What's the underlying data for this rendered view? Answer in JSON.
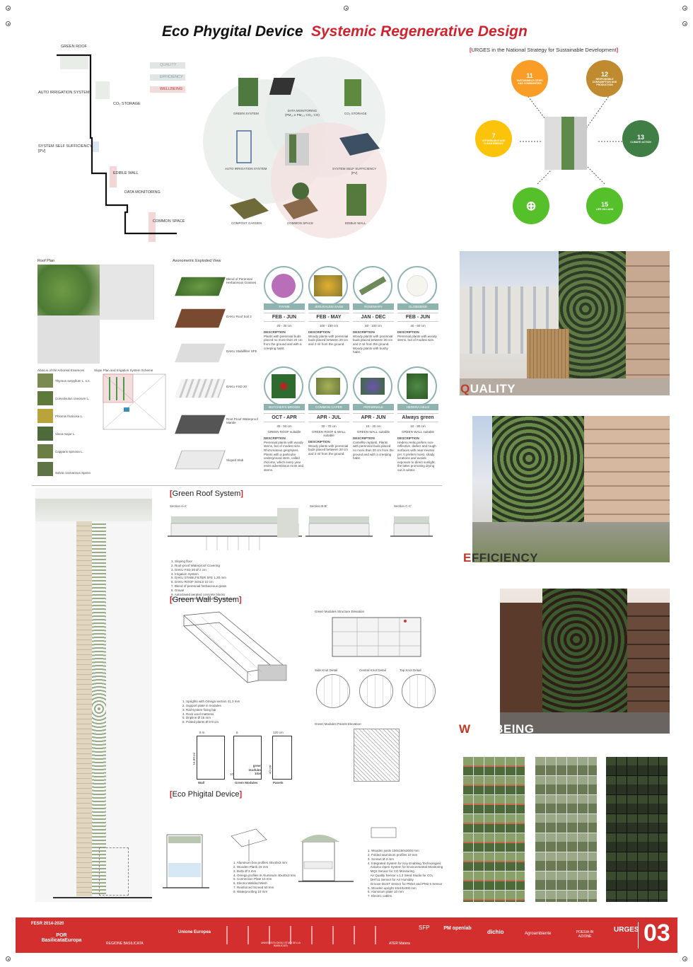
{
  "header": {
    "title_left": "Eco Phygital Device",
    "title_right": "Systemic Regenerative Design",
    "urges_title": "URGES in the National Strategy for Sustainable Development"
  },
  "diagram": {
    "left_labels": [
      "GREEN ROOF",
      "AUTO IRRIGATION SYSTEM",
      "CO₂ STORAGE",
      "SYSTEM SELF SUFFICIENCY\n[PV]",
      "EDIBLE WALL",
      "DATA MONITORING",
      "COMMON SPACE"
    ],
    "legend": [
      "QUALITY",
      "EFFICIENCY",
      "WELLBEING"
    ],
    "venn_labels": [
      "GREEN SYSTEM",
      "DATA MONITORING\n(PM₁₀ e PM₂.₅ CO₂, CO)",
      "CO₂ STORAGE",
      "AUTO IRRIGATION SYSTEM",
      "SYSTEM SELF SUFFICIENCY\n[PV]",
      "COMPOST GARDEN",
      "COMMON SPACE",
      "EDIBLE WALL"
    ]
  },
  "sdgs": [
    {
      "num": "11",
      "label": "SUSTAINABLE CITIES AND COMMUNITIES",
      "color": "#f99d26"
    },
    {
      "num": "12",
      "label": "RESPONSIBLE CONSUMPTION AND PRODUCTION",
      "color": "#bf8b2e"
    },
    {
      "num": "7",
      "label": "AFFORDABLE AND CLEAN ENERGY",
      "color": "#fcc30b"
    },
    {
      "num": "13",
      "label": "CLIMATE ACTION",
      "color": "#3f7e44"
    },
    {
      "num": "",
      "label": "",
      "color": "#56c02b"
    },
    {
      "num": "15",
      "label": "LIFE ON LAND",
      "color": "#56c02b"
    }
  ],
  "roof": {
    "roof_plan": "Roof Plan",
    "axon": "Axonometric Exploded View",
    "abacus": "Abacus of the Arboreal Essences",
    "slope": "Slope Plan and Irrigation System Scheme",
    "essences": [
      "Thymus serpyllum L. s.s.",
      "Convolvulus cneorum L.",
      "Phlomis fruticosa L.",
      "Vinca major L.",
      "Capparis spinosa L.",
      "Salvia rosmarinus Spenn"
    ],
    "layers": [
      "Blend of Perennial Herbaceous Grasses",
      "DAKU Roof Soil 2",
      "DAKU Stabilfilter SFE",
      "DAKU FSD 20",
      "Root Proof Waterproof Mantle",
      "Sloped Slab"
    ]
  },
  "plants_top": [
    {
      "name": "THYME",
      "period": "FEB - JUN",
      "height": "20 - 30 cm",
      "desc": "Plants with perennial buds placed no more than 20 cm from the ground and with a creeping habit.",
      "color": "#b86fb8"
    },
    {
      "name": "JERUSALEM SAGE",
      "period": "FEB - MAY",
      "height": "100 - 150 cm",
      "desc": "Woody plants with perennial buds placed between 20 cm and 2 ml from the ground.",
      "color": "#d8a820"
    },
    {
      "name": "ROSEMARY",
      "period": "JAN - DEC",
      "height": "60 - 100 cm",
      "desc": "Woody plants with perennial buds placed between 20 cm and 2 ml from the ground. Woody plants with bushy habit.",
      "color": "#6f8a5a"
    },
    {
      "name": "GLOBEBIND",
      "period": "FEB - JUN",
      "height": "40 - 60 cm",
      "desc": "Perennial plants with woody stems, but of modest size.",
      "color": "#e8e8e0"
    }
  ],
  "plants_bottom": [
    {
      "name": "BUTCHER'S BROOM",
      "period": "OCT - APR",
      "height": "30 - 50 cm",
      "use": "GREEN ROOF suitable",
      "desc": "Perennial plants with woody stems, but of modest size. Rhizomatous geophytes. Plants with a particular underground stem, called rhizome, which every year emits adventitious roots and stems.",
      "color": "#2e6b2e"
    },
    {
      "name": "COMMON CAPER",
      "period": "APR - JUL",
      "height": "30 - 70 cm",
      "use": "GREEN ROOF & WALL suitable",
      "desc": "Woody plants with perennial buds placed between 20 cm and 2 ml from the ground.",
      "color": "#8a9a4a"
    },
    {
      "name": "PERIWINKLE",
      "period": "APR - JUN",
      "height": "10 - 20 cm",
      "use": "GREEN WALL suitable",
      "desc": "Camefite reptanti. Plants with perennial buds placed no more than 20 cm from the ground and with a creeping habit.",
      "color": "#6a55b0"
    },
    {
      "name": "HEDERA HELIX",
      "period": "Always green",
      "height": "10 - 80 cm",
      "use": "GREEN WALL suitable",
      "desc": "Hedera Helix prefers non-reflective, darker and rough surfaces with near-neutral pH. It prefers moist, shady locations and avoids exposure to direct sunlight, the latter promoting drying out in winter.",
      "color": "#3d6b35"
    }
  ],
  "gr_system": {
    "title": "Green Roof System",
    "sections": [
      "Section A-A'",
      "Section B-B'",
      "Section C-C'"
    ],
    "legend": [
      "1. Sloping floor",
      "2. Root-proof Waterproof Covering",
      "3. DAKU FSD 20 Ø 2 cm",
      "4. Irrigation System",
      "5. DAKU STABILFILTER SFE 1,30 mm",
      "6. DAKU ROOF SOILS 10 cm",
      "7. Blend of perennial herbaceous grass",
      "8. Gravel",
      "9. Autoclaved aerated concrete blocks",
      "10. DAKU CONTROLLER exhaust inspection"
    ]
  },
  "gw_system": {
    "title": "Green Wall System",
    "structure": "Green Modules Structure Elevation",
    "details": [
      "Side Knot Detail",
      "Central Knot Detail",
      "Top Knot Detail"
    ],
    "panels": "Green Modules Panels Elevation",
    "legend": [
      "1. Uprights with Omega section 41,3 mm",
      "2. Support plate in modules",
      "3. Rail system fixing bar",
      "4. Rock wool mattress",
      "5. Dripline Ø 16 mm",
      "6. Potted plants Ø 8-9 cm"
    ],
    "dims": {
      "wall_w": "8 m",
      "wall_h": "16,80 ml",
      "mod_w": "6",
      "mod_h": "10",
      "mod_text": "green modules 10x6",
      "panel_w": "120 cm",
      "panel_h": "40 cm"
    },
    "captions": [
      "Wall",
      "Green Modules",
      "Panels"
    ]
  },
  "ecodevice": {
    "title": "Eco Phigital Device",
    "list1": [
      "1. Aluminum box profiles 40x40x3 mm",
      "2. Wooden Plank 19 mm",
      "3. Bolts Ø 3 mm",
      "4. Omega profiles in Aluminum 40x40x3 mm",
      "5. Connection Plate 10 mm",
      "6. Electro-Welded Mesh",
      "7. Reinforced Screed 50 mm",
      "8. Waterproofing 10 mm"
    ],
    "list2": [
      "1. Wooden joists 150x150x3000 mm",
      "2. Folded aluminum profiles 10 mm",
      "3. Screws Ø 3 mm",
      "4. Integrated System for Key Enabling Technologies:",
      "   Arduino Open System for Environmental Monitoring",
      "   MQ3 Sensor for CO Monitoring",
      "   Air Quality Sensor v.1.3 Seed Studio for CO₂",
      "   DHT11 Sensor for Air Humidity",
      "   Groove DUST Sensor for PM10 and PM2.5 Sensor",
      "5. Wooden upright 10x10x300 mm",
      "6. Aluminum plate 10 mm",
      "7. Electric cables"
    ]
  },
  "renders": {
    "quality": [
      "Q",
      "UALITY"
    ],
    "efficiency": [
      "E",
      "FFICIENCY"
    ],
    "wellbeing": [
      "W",
      "ELLBEING"
    ]
  },
  "footer": {
    "logos": [
      "FESR 2014-2020",
      "POR BasilicataEuropa",
      "REGIONE BASILICATA",
      "",
      "Unione Europea",
      "",
      "",
      "UNIVERSITÀ DEGLI STUDI DELLA BASILICATA",
      "",
      "",
      "",
      "",
      "ATER Matera",
      "SFP",
      "PM openlab",
      "dichio",
      "Agroambiente",
      "POESIA IN AZIONE",
      "URGES"
    ],
    "page_num": "03"
  }
}
